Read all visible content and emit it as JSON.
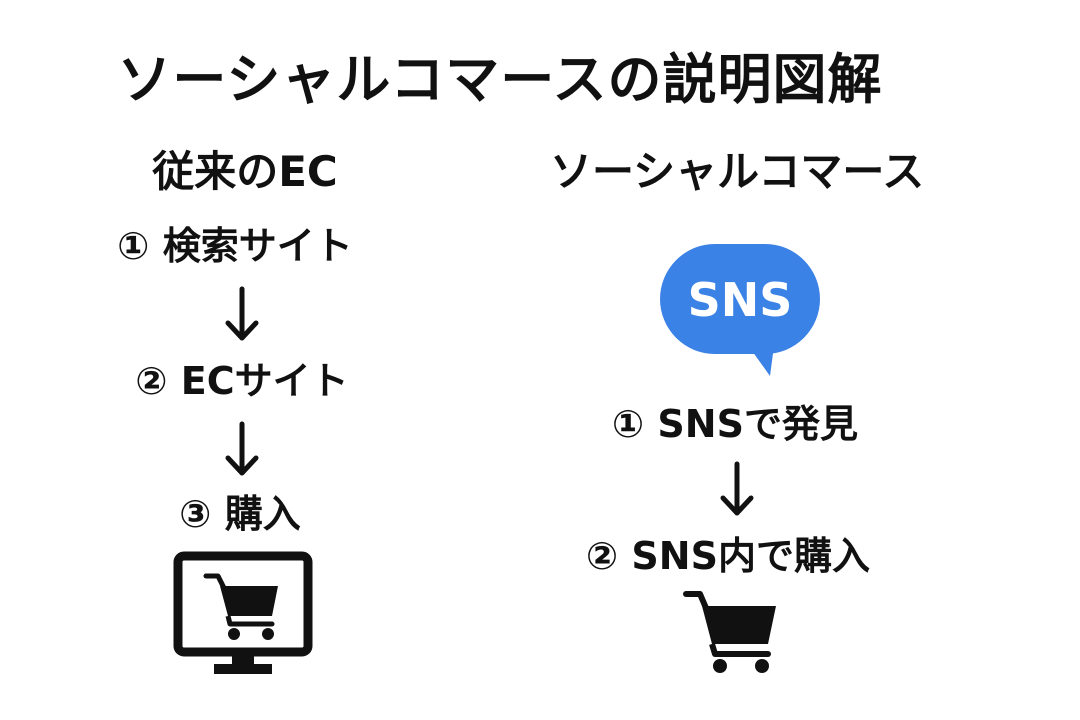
{
  "title": "ソーシャルコマースの説明図解",
  "left": {
    "heading": "従来のEC",
    "steps": [
      "① 検索サイト",
      "② ECサイト",
      "③ 購入"
    ],
    "icons": [
      "arrow-down-icon",
      "monitor-cart-icon"
    ]
  },
  "right": {
    "heading": "ソーシャルコマース",
    "bubble_label": "SNS",
    "steps": [
      "① SNSで発見",
      "② SNS内で購入"
    ],
    "icons": [
      "speech-bubble-icon",
      "arrow-down-icon",
      "shopping-cart-icon"
    ]
  },
  "colors": {
    "text": "#111111",
    "bubble": "#3B82E6",
    "bubble_text": "#ffffff",
    "background": "#ffffff"
  }
}
